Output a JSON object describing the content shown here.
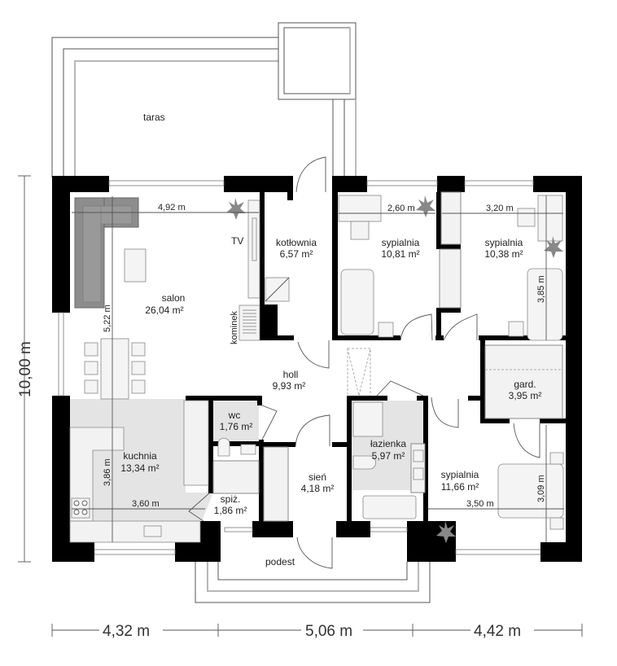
{
  "plan": {
    "outside": {
      "terrace": "taras",
      "landing": "podest"
    },
    "rooms": [
      {
        "id": "salon",
        "name": "salon",
        "area": "26,04 m²"
      },
      {
        "id": "kotlownia",
        "name": "kotłownia",
        "area": "6,57 m²"
      },
      {
        "id": "sypialnia1",
        "name": "sypialnia",
        "area": "10,81 m²"
      },
      {
        "id": "sypialnia2",
        "name": "sypialnia",
        "area": "10,38 m²"
      },
      {
        "id": "holl",
        "name": "holl",
        "area": "9,93 m²"
      },
      {
        "id": "wc",
        "name": "wc",
        "area": "1,76 m²"
      },
      {
        "id": "kuchnia",
        "name": "kuchnia",
        "area": "13,34 m²"
      },
      {
        "id": "spiz",
        "name": "spiż.",
        "area": "1,86 m²"
      },
      {
        "id": "sien",
        "name": "sień",
        "area": "4,18 m²"
      },
      {
        "id": "lazienka",
        "name": "łazienka",
        "area": "5,97 m²"
      },
      {
        "id": "gard",
        "name": "gard.",
        "area": "3,95 m²"
      },
      {
        "id": "sypialnia3",
        "name": "sypialnia",
        "area": "11,66 m²"
      }
    ],
    "fixtures": {
      "tv": "TV",
      "fireplace": "kominek"
    },
    "dimensions": {
      "salon_width": "4,92 m",
      "salon_depth": "5,22 m",
      "bed1_width": "2,60 m",
      "bed2_width": "3,20 m",
      "bed2_depth": "3,85 m",
      "kitchen_width": "3,60 m",
      "kitchen_depth": "3,86 m",
      "bed3_width": "3,50 m",
      "bed3_depth": "3,09 m",
      "total_depth": "10,00 m",
      "bottom_left": "4,32 m",
      "bottom_middle": "5,06 m",
      "bottom_right": "4,42 m"
    }
  }
}
